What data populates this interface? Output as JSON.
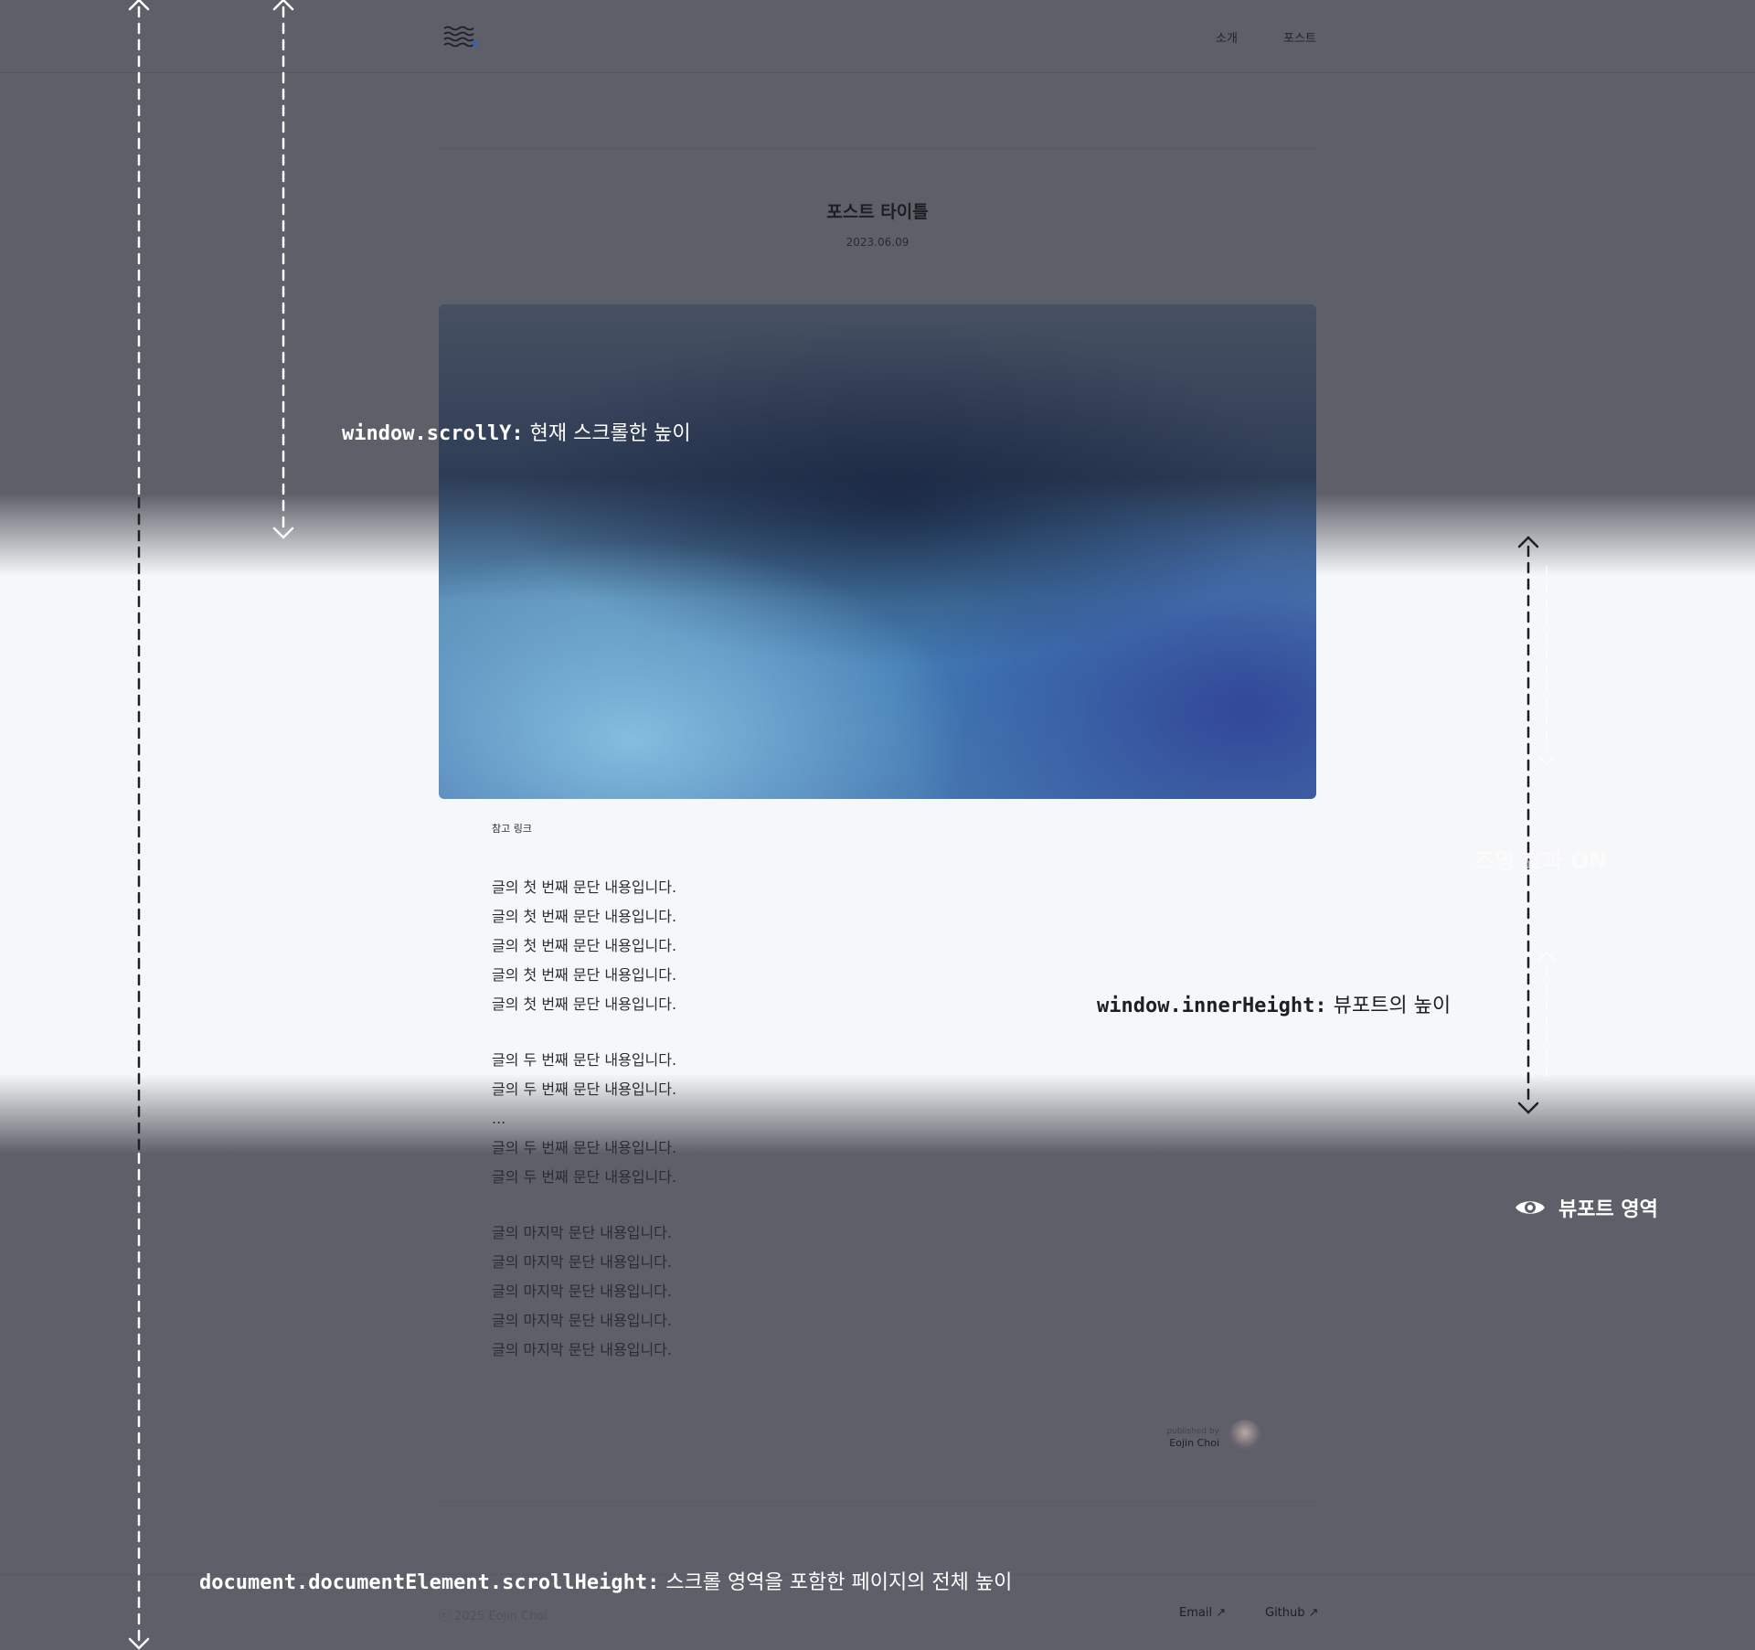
{
  "header": {
    "nav": [
      "소개",
      "포스트"
    ]
  },
  "post": {
    "title": "포스트 타이틀",
    "date": "2023.06.09",
    "ref_link": "참고 링크",
    "paragraphs": [
      [
        "글의 첫 번째 문단 내용입니다.",
        "글의 첫 번째 문단 내용입니다.",
        "글의 첫 번째 문단 내용입니다.",
        "글의 첫 번째 문단 내용입니다.",
        "글의 첫 번째 문단 내용입니다."
      ],
      [
        "글의 두 번째 문단 내용입니다.",
        "글의 두 번째 문단 내용입니다.",
        "...",
        "글의 두 번째 문단 내용입니다.",
        "글의 두 번째 문단 내용입니다."
      ],
      [
        "글의 마지막 문단 내용입니다.",
        "글의 마지막 문단 내용입니다.",
        "글의 마지막 문단 내용입니다.",
        "글의 마지막 문단 내용입니다.",
        "글의 마지막 문단 내용입니다."
      ]
    ],
    "author_by": "published by",
    "author_name": "Eojin Choi"
  },
  "footer": {
    "copyright": "ⓒ 2025 Eojin Choi",
    "email": "Email ↗",
    "github": "Github ↗"
  },
  "annotations": {
    "scroll_y_code": "window.scrollY:",
    "scroll_y_desc": " 현재 스크롤한 높이",
    "inner_height_code": "window.innerHeight:",
    "inner_height_desc": " 뷰포트의 높이",
    "scroll_height_code": "document.documentElement.scrollHeight:",
    "scroll_height_desc": " 스크롤 영역을 포함한 페이지의 전체 높이",
    "faint_label": "조명 효과 ON",
    "viewport_label": "뷰포트 영역"
  },
  "colors": {
    "page_dim": "#5d6069",
    "viewport": "#f6f7f9",
    "text": "#2a2c31"
  }
}
